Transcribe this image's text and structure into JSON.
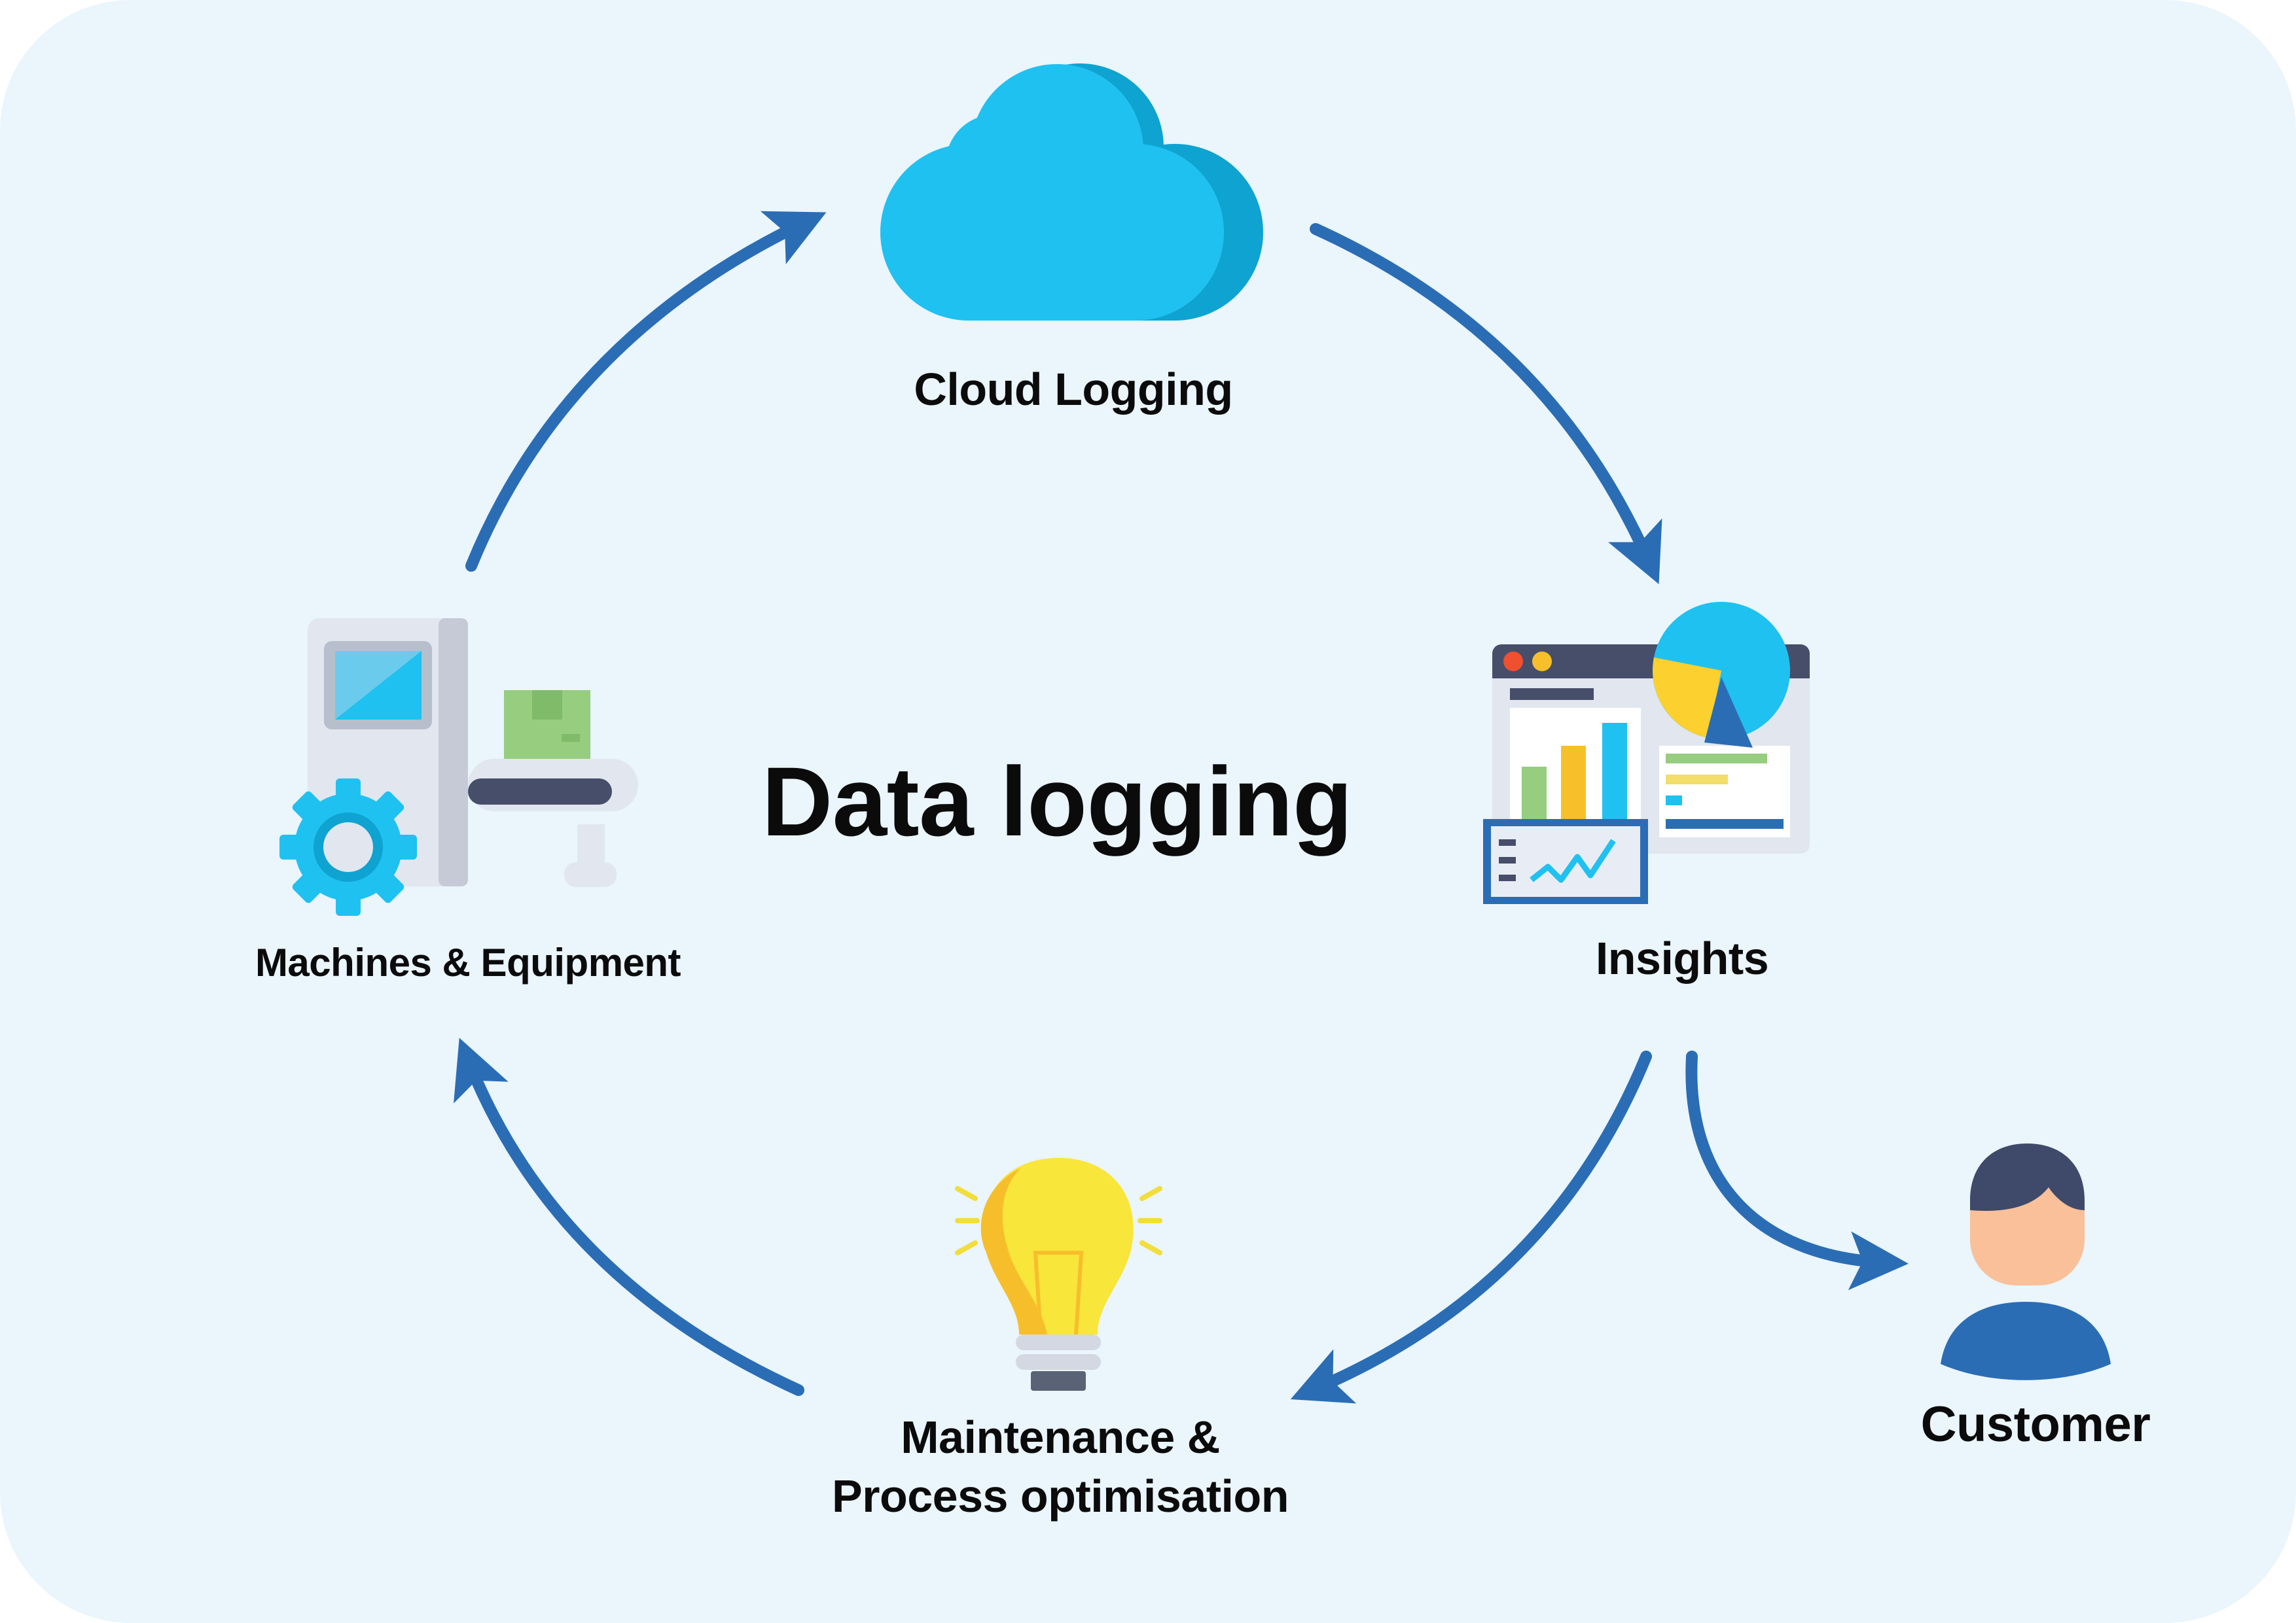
{
  "title": "Data logging",
  "nodes": {
    "cloud": "Cloud Logging",
    "insights": "Insights",
    "machines": "Machines & Equipment",
    "maintenance_line1": "Maintenance &",
    "maintenance_line2": "Process optimisation",
    "customer": "Customer"
  },
  "colors": {
    "background": "#eaf5fc",
    "arrow": "#2a6db5",
    "cloud": "#1fc1f0",
    "cloud_shade": "#0ea3d1",
    "bulb": "#f8e63a",
    "bulb_shade": "#f7be2b",
    "person_shirt": "#2a6db5",
    "person_face": "#f9c09a",
    "person_hair": "#3f4a6b",
    "green_box": "#96cd7f"
  },
  "icons": [
    "cloud-icon",
    "dashboard-icon",
    "machine-icon",
    "gear-icon",
    "lightbulb-icon",
    "person-icon"
  ]
}
